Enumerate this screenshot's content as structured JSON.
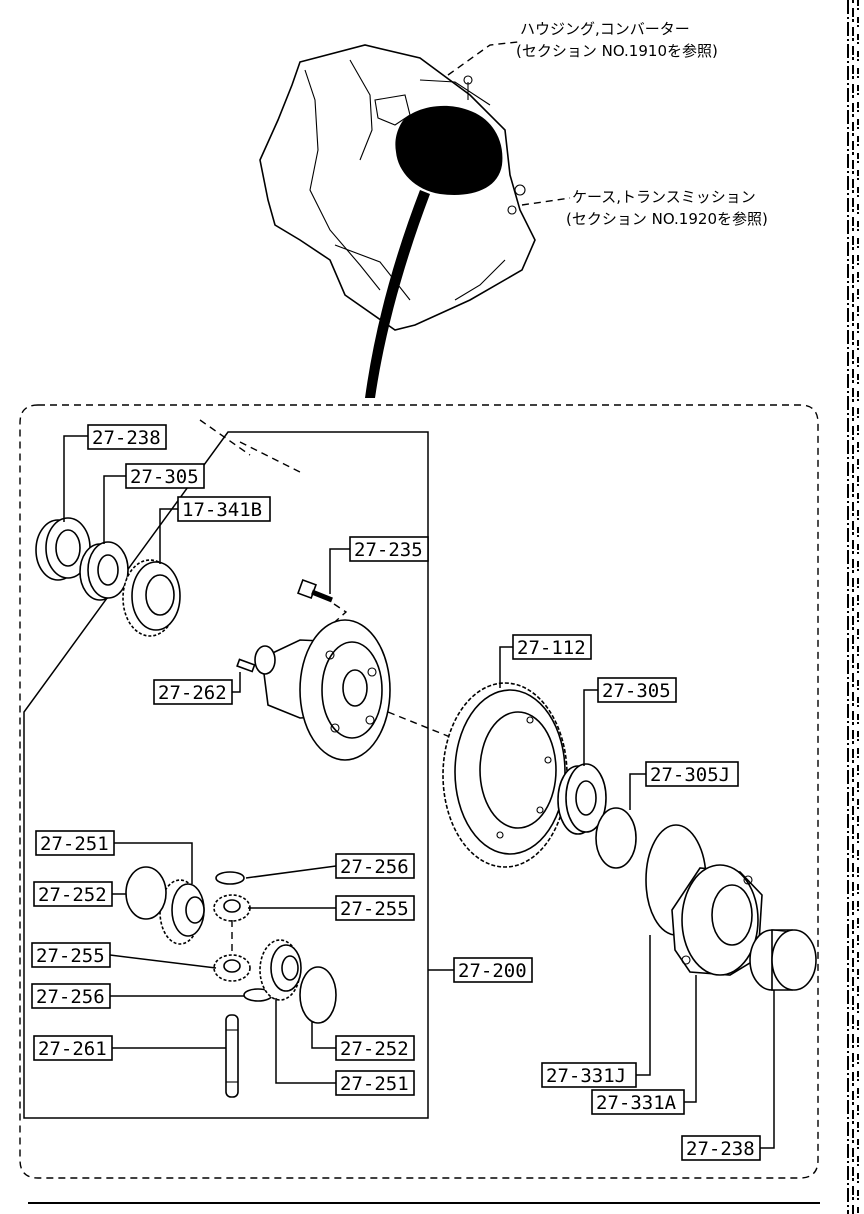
{
  "notes": {
    "top": {
      "line1": "ハウジング,コンバーター",
      "line2": "(セクション NO.1910を参照)"
    },
    "mid": {
      "line1": "ケース,トランスミッション",
      "line2": "(セクション NO.1920を参照)"
    }
  },
  "labels": {
    "l_27_238_a": "27-238",
    "l_27_305_a": "27-305",
    "l_17_341B": "17-341B",
    "l_27_235": "27-235",
    "l_27_262": "27-262",
    "l_27_112": "27-112",
    "l_27_305_b": "27-305",
    "l_27_305J": "27-305J",
    "l_27_251_a": "27-251",
    "l_27_252_a": "27-252",
    "l_27_256_a": "27-256",
    "l_27_255_a": "27-255",
    "l_27_255_b": "27-255",
    "l_27_256_b": "27-256",
    "l_27_261": "27-261",
    "l_27_200": "27-200",
    "l_27_252_b": "27-252",
    "l_27_251_b": "27-251",
    "l_27_331J": "27-331J",
    "l_27_331A": "27-331A",
    "l_27_238_b": "27-238"
  },
  "icons": {
    "transmission": "transmission-assembly-icon",
    "bearing": "bearing-icon",
    "gear": "gear-icon",
    "bolt": "bolt-icon",
    "pin": "pin-icon",
    "washer": "washer-icon",
    "shaft": "pinion-shaft-icon",
    "oring": "o-ring-icon",
    "housing": "bearing-housing-icon",
    "cap": "seal-cap-icon"
  }
}
